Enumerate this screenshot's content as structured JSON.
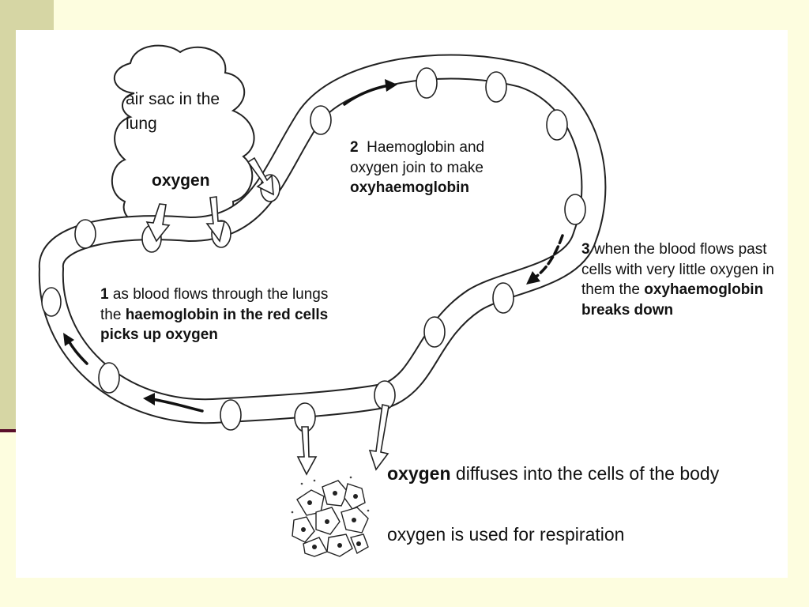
{
  "labels": {
    "air_sac": "air sac in the lung",
    "oxygen_lung": "oxygen",
    "step2": {
      "num": "2",
      "text": "Haemoglobin and oxygen join to make",
      "bold": "oxyhaemoglobin"
    },
    "step1": {
      "num": "1",
      "text": "as blood flows through the lungs the",
      "bold": "haemoglobin in the red cells picks up oxygen"
    },
    "step3": {
      "num": "3",
      "text": "when the blood flows past cells with very little oxygen in them the",
      "bold": "oxyhaemoglobin breaks down"
    },
    "diffuse": {
      "bold": "oxygen",
      "text": "diffuses into the cells of the body"
    },
    "respiration": "oxygen is used for respiration"
  },
  "colors": {
    "background": "#fdfddf",
    "side_bar": "#d6d6a4",
    "accent_line": "#5a0f2a",
    "slide": "#ffffff",
    "ink": "#111111"
  }
}
